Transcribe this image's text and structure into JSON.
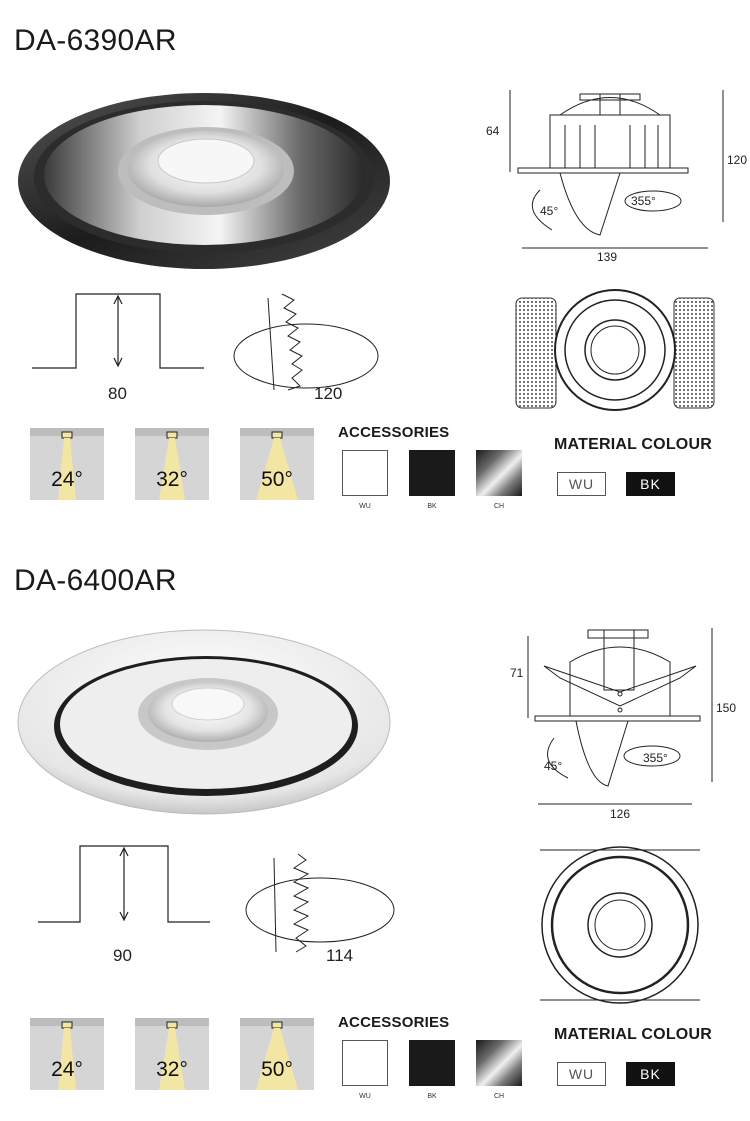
{
  "products": [
    {
      "model": "DA-6390AR",
      "side_dims": {
        "height_small": "64",
        "height_total": "120",
        "width": "139",
        "tilt": "45°",
        "rotation": "355°"
      },
      "cutout": "80",
      "depth": "120",
      "beam_angles": [
        "24°",
        "32°",
        "50°"
      ],
      "accessories_title": "ACCESSORIES",
      "accessories": [
        {
          "code": "WU",
          "color": "#ffffff"
        },
        {
          "code": "BK",
          "color": "#1a1a1a"
        },
        {
          "code": "CH",
          "color": "chrome"
        }
      ],
      "material_title": "MATERIAL COLOUR",
      "materials": [
        "WU",
        "BK"
      ]
    },
    {
      "model": "DA-6400AR",
      "side_dims": {
        "height_small": "71",
        "height_total": "150",
        "width": "126",
        "tilt": "45°",
        "rotation": "355°"
      },
      "cutout": "90",
      "depth": "114",
      "beam_angles": [
        "24°",
        "32°",
        "50°"
      ],
      "accessories_title": "ACCESSORIES",
      "accessories": [
        {
          "code": "WU",
          "color": "#ffffff"
        },
        {
          "code": "BK",
          "color": "#1a1a1a"
        },
        {
          "code": "CH",
          "color": "chrome"
        }
      ],
      "material_title": "MATERIAL COLOUR",
      "materials": [
        "WU",
        "BK"
      ]
    }
  ],
  "colors": {
    "beam_bg": "#d5d5d5",
    "beam_light": "#f3e6a4",
    "black": "#111111"
  }
}
